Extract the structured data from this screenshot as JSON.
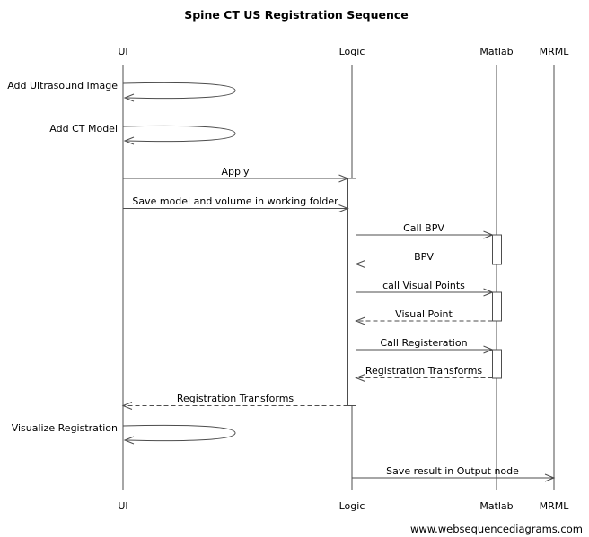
{
  "title": "Spine CT US Registration Sequence",
  "watermark": "www.websequencediagrams.com",
  "actors": [
    {
      "name": "UI"
    },
    {
      "name": "Logic"
    },
    {
      "name": "Matlab"
    },
    {
      "name": "MRML"
    }
  ],
  "messages": [
    {
      "id": "add-ultrasound-image",
      "label": "Add Ultrasound Image",
      "from": "UI",
      "to": "UI",
      "style": "self"
    },
    {
      "id": "add-ct-model",
      "label": "Add CT Model",
      "from": "UI",
      "to": "UI",
      "style": "self"
    },
    {
      "id": "apply",
      "label": "Apply",
      "from": "UI",
      "to": "Logic",
      "style": "solid"
    },
    {
      "id": "save-model",
      "label": "Save model and volume in working folder",
      "from": "UI",
      "to": "Logic",
      "style": "solid"
    },
    {
      "id": "call-bpv",
      "label": "Call BPV",
      "from": "Logic",
      "to": "Matlab",
      "style": "solid"
    },
    {
      "id": "bpv",
      "label": "BPV",
      "from": "Matlab",
      "to": "Logic",
      "style": "dashed"
    },
    {
      "id": "call-visual-points",
      "label": "call Visual Points",
      "from": "Logic",
      "to": "Matlab",
      "style": "solid"
    },
    {
      "id": "visual-point",
      "label": "Visual Point",
      "from": "Matlab",
      "to": "Logic",
      "style": "dashed"
    },
    {
      "id": "call-registeration",
      "label": "Call Registeration",
      "from": "Logic",
      "to": "Matlab",
      "style": "solid"
    },
    {
      "id": "registration-transforms",
      "label": "Registration Transforms",
      "from": "Matlab",
      "to": "Logic",
      "style": "dashed"
    },
    {
      "id": "registration-transforms-ui",
      "label": "Registration Transforms",
      "from": "Logic",
      "to": "UI",
      "style": "dashed"
    },
    {
      "id": "visualize-registration",
      "label": "Visualize Registration",
      "from": "UI",
      "to": "UI",
      "style": "self"
    },
    {
      "id": "save-result",
      "label": "Save result in Output node",
      "from": "Logic",
      "to": "MRML",
      "style": "solid"
    }
  ],
  "colors": {
    "line": "#4d4d4d",
    "text": "#000000",
    "background": "#ffffff"
  }
}
